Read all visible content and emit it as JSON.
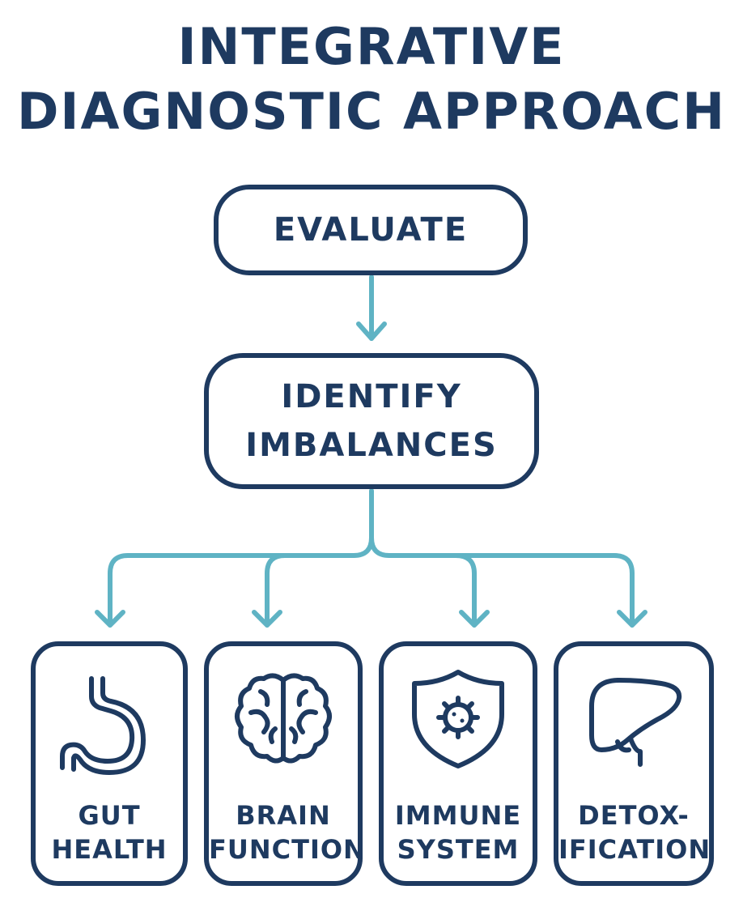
{
  "colors": {
    "navy": "#1e3a60",
    "teal": "#5fb3c4",
    "background": "#ffffff"
  },
  "title": {
    "line1": "INTEGRATIVE",
    "line2": "DIAGNOSTIC APPROACH"
  },
  "steps": {
    "evaluate": "EVALUATE",
    "identify": {
      "line1": "IDENTIFY",
      "line2": "IMBALANCES"
    }
  },
  "areas": [
    {
      "line1": "GUT",
      "line2": "HEALTH",
      "icon": "stomach-icon"
    },
    {
      "line1": "BRAIN",
      "line2": "FUNCTION",
      "icon": "brain-icon"
    },
    {
      "line1": "IMMUNE",
      "line2": "SYSTEM",
      "icon": "shield-virus-icon"
    },
    {
      "line1": "DETOX-",
      "line2": "IFICATION",
      "icon": "liver-icon"
    }
  ]
}
